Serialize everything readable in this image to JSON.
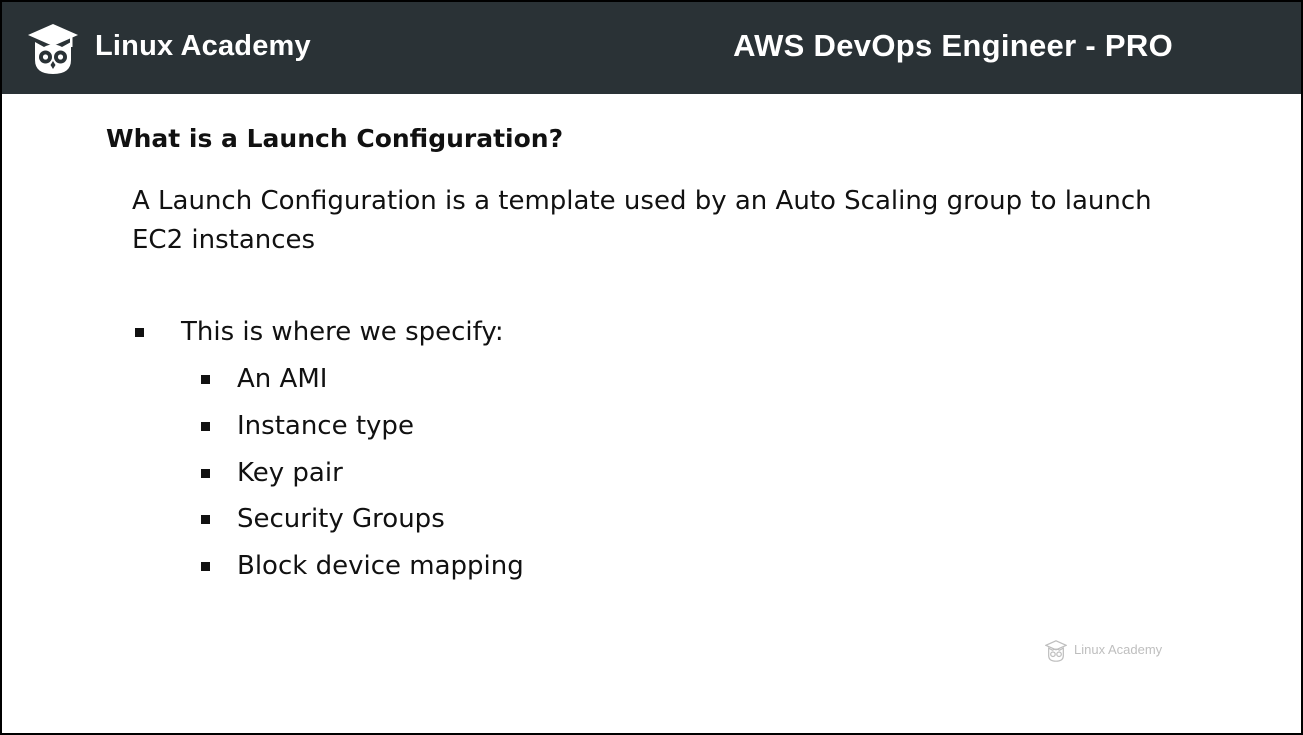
{
  "header": {
    "brand": "Linux Academy",
    "logo_icon": "owl-graduation-cap-icon",
    "course_title": "AWS DevOps Engineer - PRO",
    "background_color": "#2a3236"
  },
  "slide": {
    "title": "What is a Launch Configuration?",
    "description": "A Launch Configuration is a template used by an Auto Scaling group to launch EC2 instances",
    "bullet": "This is where we specify:",
    "sub_bullets": [
      "An AMI",
      "Instance type",
      "Key pair",
      "Security Groups",
      "Block device mapping"
    ]
  },
  "watermark": {
    "icon": "owl-graduation-cap-icon",
    "text": "Linux Academy"
  }
}
